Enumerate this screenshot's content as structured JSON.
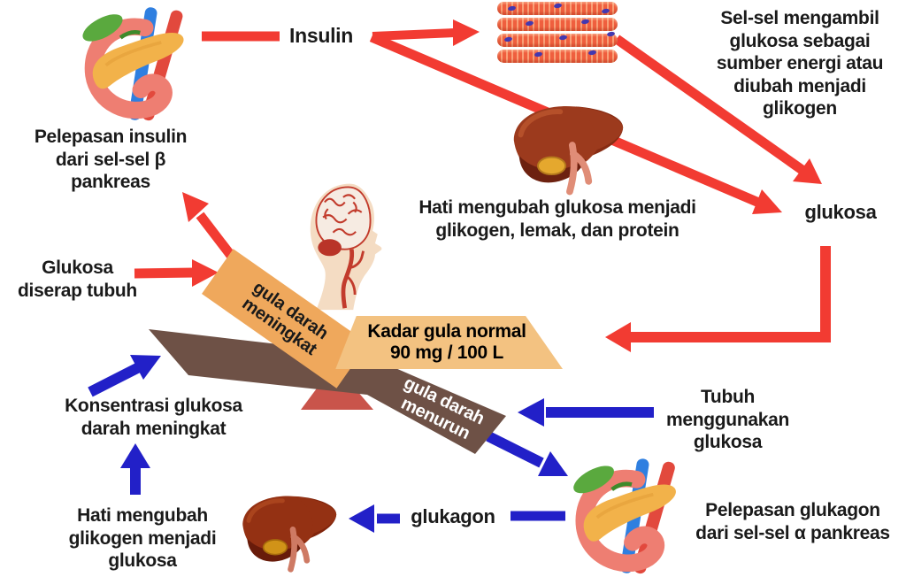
{
  "title": "Diagram regulasi gula darah (insulin dan glukagon)",
  "colors": {
    "red": "#F23B32",
    "blue": "#2220C8",
    "orange": "#EFA85C",
    "tan": "#F3C281",
    "brown": "#6E5146",
    "fulcrum": "#C9544B",
    "text": "#1A1A1A",
    "ribbon_light": "#FFFFFF",
    "bg": "#FFFFFF"
  },
  "icons": [
    "pancreas-icon",
    "muscle-tissue-icon",
    "liver-icon",
    "brain-head-icon"
  ],
  "labels": {
    "insulin_release": "Pelepasan insulin\ndari sel-sel β\npankreas",
    "insulin": "Insulin",
    "cells_take_glucose": "Sel-sel mengambil\nglukosa sebagai\nsumber energi atau\ndiubah menjadi\nglikogen",
    "liver_converts_glucose": "Hati mengubah glukosa menjadi\nglikogen, lemak, dan protein",
    "glukosa": "glukosa",
    "glucose_absorbed": "Glukosa\ndiserap tubuh",
    "ribbon_increase": "gula darah\nmeningkat",
    "banner_normal": "Kadar gula normal\n90 mg / 100 L",
    "ribbon_decrease": "gula darah\nmenurun",
    "concentration_rises": "Konsentrasi glukosa\ndarah meningkat",
    "liver_converts_glycogen": "Hati mengubah\nglikogen menjadi\nglukosa",
    "glukagon": "glukagon",
    "body_uses_glucose": "Tubuh\nmenggunakan\nglukosa",
    "glucagon_release": "Pelepasan glukagon\ndari sel-sel α pankreas"
  }
}
